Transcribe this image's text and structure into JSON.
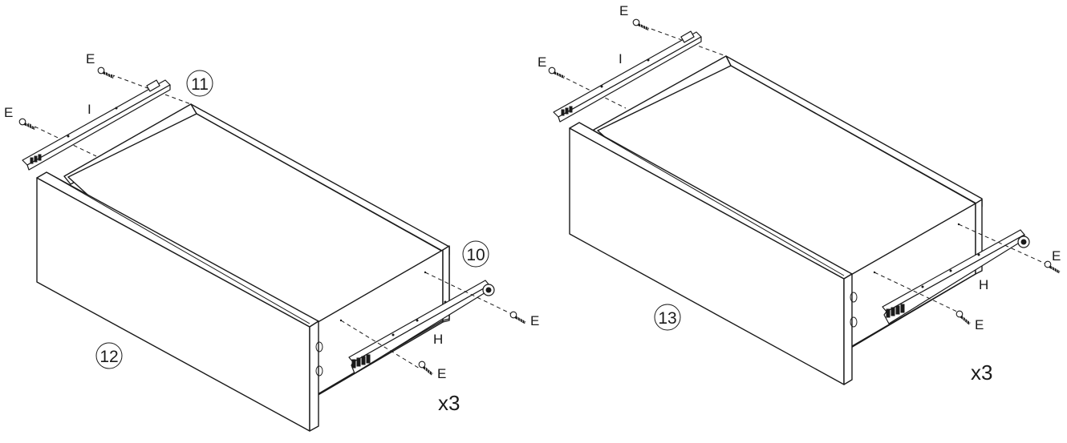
{
  "labels": {
    "screw": "E",
    "rail_short": "I",
    "rail_long": "H",
    "quantity": "x3",
    "step_10": "10",
    "step_11": "11",
    "step_12": "12",
    "step_13": "13"
  }
}
